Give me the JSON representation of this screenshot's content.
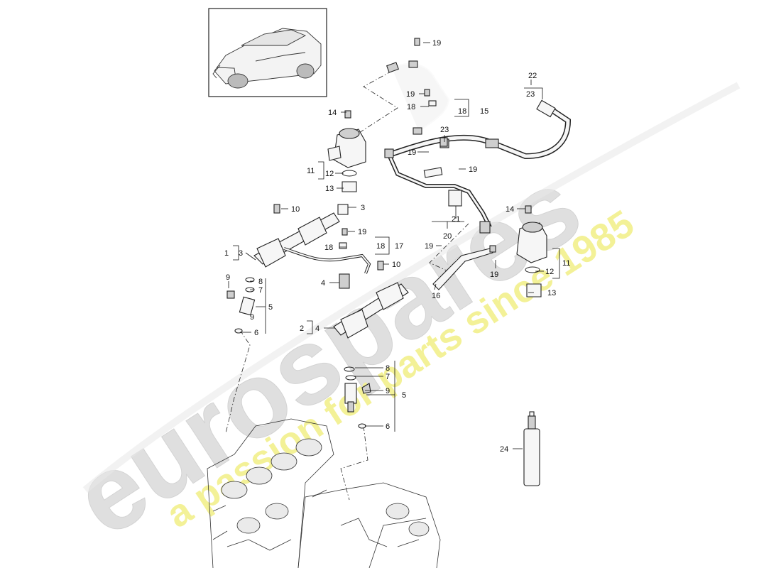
{
  "watermark": {
    "brand": "eurospares",
    "tagline": "a passion for parts since 1985",
    "brand_color": "#d9d9d9",
    "tagline_color": "#f1f08a"
  },
  "callouts": [
    {
      "id": "c22",
      "text": "22"
    },
    {
      "id": "c23a",
      "text": "23"
    },
    {
      "id": "c19a",
      "text": "19"
    },
    {
      "id": "c19b",
      "text": "19"
    },
    {
      "id": "c18a",
      "text": "18"
    },
    {
      "id": "c18b",
      "text": "18"
    },
    {
      "id": "c15",
      "text": "15"
    },
    {
      "id": "c14a",
      "text": "14"
    },
    {
      "id": "c23b",
      "text": "23"
    },
    {
      "id": "c19c",
      "text": "19"
    },
    {
      "id": "c19d",
      "text": "19"
    },
    {
      "id": "c11a",
      "text": "11"
    },
    {
      "id": "c12a",
      "text": "12"
    },
    {
      "id": "c13a",
      "text": "13"
    },
    {
      "id": "c21",
      "text": "21"
    },
    {
      "id": "c20",
      "text": "20"
    },
    {
      "id": "c10a",
      "text": "10"
    },
    {
      "id": "c3a",
      "text": "3"
    },
    {
      "id": "c19e",
      "text": "19"
    },
    {
      "id": "c18c",
      "text": "18"
    },
    {
      "id": "c18d",
      "text": "18"
    },
    {
      "id": "c17",
      "text": "17"
    },
    {
      "id": "c1",
      "text": "1"
    },
    {
      "id": "c3b",
      "text": "3"
    },
    {
      "id": "c14b",
      "text": "14"
    },
    {
      "id": "c19f",
      "text": "19"
    },
    {
      "id": "c19g",
      "text": "19"
    },
    {
      "id": "c11b",
      "text": "11"
    },
    {
      "id": "c12b",
      "text": "12"
    },
    {
      "id": "c13b",
      "text": "13"
    },
    {
      "id": "c16",
      "text": "16"
    },
    {
      "id": "c10b",
      "text": "10"
    },
    {
      "id": "c4a",
      "text": "4"
    },
    {
      "id": "c9a",
      "text": "9"
    },
    {
      "id": "c8a",
      "text": "8"
    },
    {
      "id": "c7a",
      "text": "7"
    },
    {
      "id": "c5a",
      "text": "5"
    },
    {
      "id": "c9b",
      "text": "9"
    },
    {
      "id": "c6a",
      "text": "6"
    },
    {
      "id": "c2",
      "text": "2"
    },
    {
      "id": "c4b",
      "text": "4"
    },
    {
      "id": "c8b",
      "text": "8"
    },
    {
      "id": "c7b",
      "text": "7"
    },
    {
      "id": "c9c",
      "text": "9"
    },
    {
      "id": "c5b",
      "text": "5"
    },
    {
      "id": "c6b",
      "text": "6"
    },
    {
      "id": "c24",
      "text": "24"
    }
  ]
}
